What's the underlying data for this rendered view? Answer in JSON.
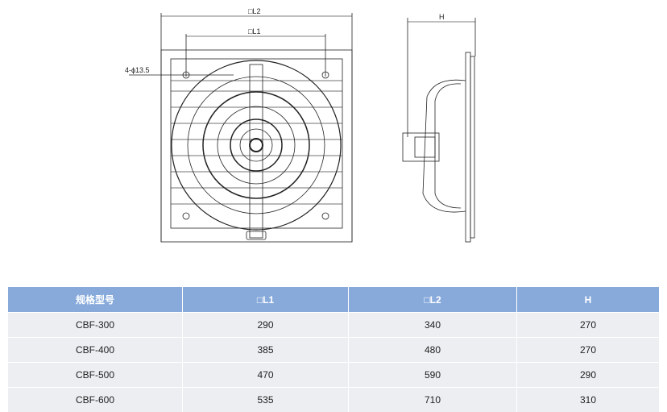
{
  "drawing": {
    "front_labels": {
      "l2": "□L2",
      "l1": "□L1",
      "hole": "4-ϕ13.5"
    },
    "side_labels": {
      "h": "H"
    }
  },
  "table": {
    "headers": [
      "规格型号",
      "□L1",
      "□L2",
      "H"
    ],
    "rows": [
      [
        "CBF-300",
        "290",
        "340",
        "270"
      ],
      [
        "CBF-400",
        "385",
        "480",
        "270"
      ],
      [
        "CBF-500",
        "470",
        "590",
        "290"
      ],
      [
        "CBF-600",
        "535",
        "710",
        "310"
      ]
    ]
  }
}
